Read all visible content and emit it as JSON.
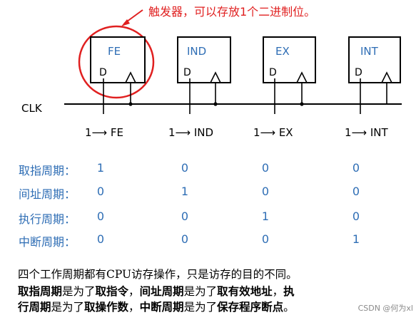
{
  "annotation": "触发器，可以存放1个二进制位。",
  "clock_label": "CLK",
  "flipflops": [
    {
      "name": "FE",
      "input": "D",
      "signal": "1⟶ FE"
    },
    {
      "name": "IND",
      "input": "D",
      "signal": "1⟶ IND"
    },
    {
      "name": "EX",
      "input": "D",
      "signal": "1⟶ EX"
    },
    {
      "name": "INT",
      "input": "D",
      "signal": "1⟶ INT"
    }
  ],
  "table": {
    "rows": [
      {
        "label": "取指周期：",
        "values": [
          "1",
          "0",
          "0",
          "0"
        ]
      },
      {
        "label": "间址周期：",
        "values": [
          "0",
          "1",
          "0",
          "0"
        ]
      },
      {
        "label": "执行周期：",
        "values": [
          "0",
          "0",
          "1",
          "0"
        ]
      },
      {
        "label": "中断周期：",
        "values": [
          "0",
          "0",
          "0",
          "1"
        ]
      }
    ]
  },
  "paragraph": {
    "line1": "四个工作周期都有CPU访存操作，只是访存的目的不同。",
    "line2": [
      {
        "text": "取指周期",
        "bold": true
      },
      {
        "text": "是为了",
        "bold": false
      },
      {
        "text": "取指令",
        "bold": true
      },
      {
        "text": "，",
        "bold": false
      },
      {
        "text": "间址周期",
        "bold": true
      },
      {
        "text": "是为了",
        "bold": false
      },
      {
        "text": "取有效地址",
        "bold": true
      },
      {
        "text": "，",
        "bold": false
      },
      {
        "text": "执",
        "bold": true
      }
    ],
    "line3": [
      {
        "text": "行周期",
        "bold": true
      },
      {
        "text": "是为了",
        "bold": false
      },
      {
        "text": "取操作数",
        "bold": true
      },
      {
        "text": "，",
        "bold": false
      },
      {
        "text": "中断周期",
        "bold": true
      },
      {
        "text": "是为了",
        "bold": false
      },
      {
        "text": "保存程序断点",
        "bold": true
      },
      {
        "text": "。",
        "bold": false
      }
    ]
  },
  "watermark": "CSDN @何为xl",
  "colors": {
    "annotation": "#e02020",
    "table_text": "#2f6eb5",
    "line": "#000000",
    "ff_label": "#2f6eb5"
  }
}
